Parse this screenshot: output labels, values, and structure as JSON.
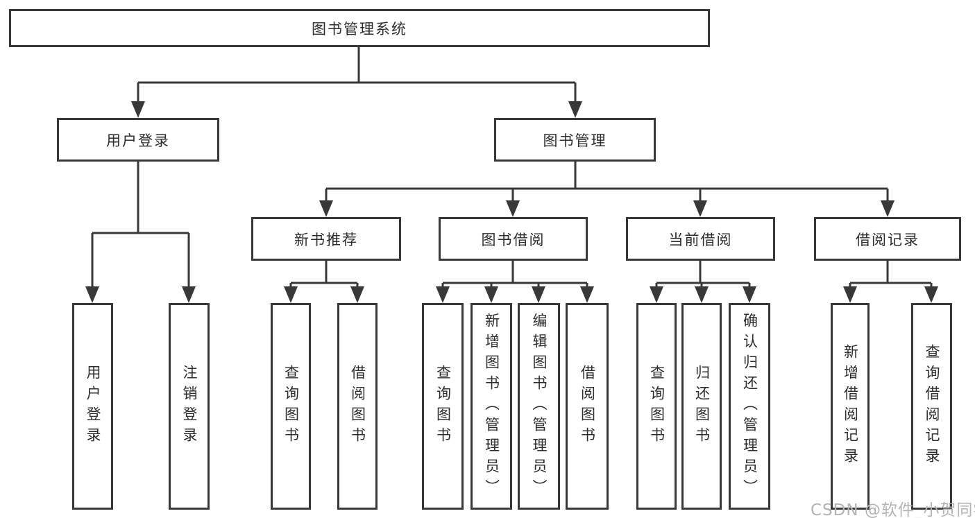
{
  "diagram": {
    "root": {
      "label": "图书管理系统"
    },
    "level2": {
      "user_login": {
        "label": "用户登录",
        "children": {
          "login": "用户登录",
          "logout": "注销登录"
        }
      },
      "book_mgmt": {
        "label": "图书管理",
        "sections": {
          "new_book_rec": {
            "label": "新书推荐",
            "children": {
              "query_books": "查询图书",
              "borrow_books": "借阅图书"
            }
          },
          "book_borrow": {
            "label": "图书借阅",
            "children": {
              "query_books": "查询图书",
              "add_books": "新增图书（管理员）",
              "edit_books": "编辑图书（管理员）",
              "borrow_books": "借阅图书"
            }
          },
          "current_borrow": {
            "label": "当前借阅",
            "children": {
              "query_books": "查询图书",
              "return_books": "归还图书",
              "confirm_return": "确认归还（管理员）"
            }
          },
          "borrow_records": {
            "label": "借阅记录",
            "children": {
              "add_record": "新增借阅记录",
              "query_record": "查询借阅记录"
            }
          }
        }
      }
    }
  },
  "watermark": {
    "label": "CSDN @软件_小贺同学"
  },
  "colors": {
    "line": "#383838",
    "border": "#383838",
    "text": "#2d2d2d",
    "background": "#ffffff",
    "watermark": "#b3b3b3"
  }
}
